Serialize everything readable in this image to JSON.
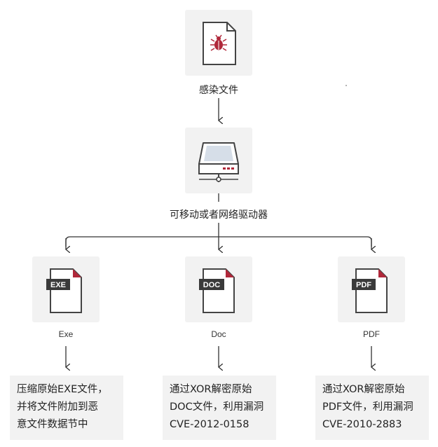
{
  "nodes": {
    "infected": {
      "label": "感染文件"
    },
    "drive": {
      "label": "可移动或者网络驱动器"
    },
    "exe": {
      "badge": "EXE",
      "label": "Exe"
    },
    "doc": {
      "badge": "DOC",
      "label": "Doc"
    },
    "pdf": {
      "badge": "PDF",
      "label": "PDF"
    }
  },
  "boxes": {
    "exe": [
      "压缩原始EXE文件，",
      "并将文件附加到恶",
      "意文件数据节中"
    ],
    "doc": [
      "通过XOR解密原始",
      "DOC文件，利用漏洞",
      "CVE-2012-0158"
    ],
    "pdf": [
      "通过XOR解密原始",
      "PDF文件，利用漏洞",
      "CVE-2010-2883"
    ]
  },
  "colors": {
    "accent": "#b0283a",
    "tile": "#f2f2f2",
    "stroke": "#444444",
    "badge": "#3a3a3a"
  },
  "icons": {
    "infected": "bug-file-icon",
    "drive": "drive-icon",
    "exe": "exe-file-icon",
    "doc": "doc-file-icon",
    "pdf": "pdf-file-icon"
  }
}
